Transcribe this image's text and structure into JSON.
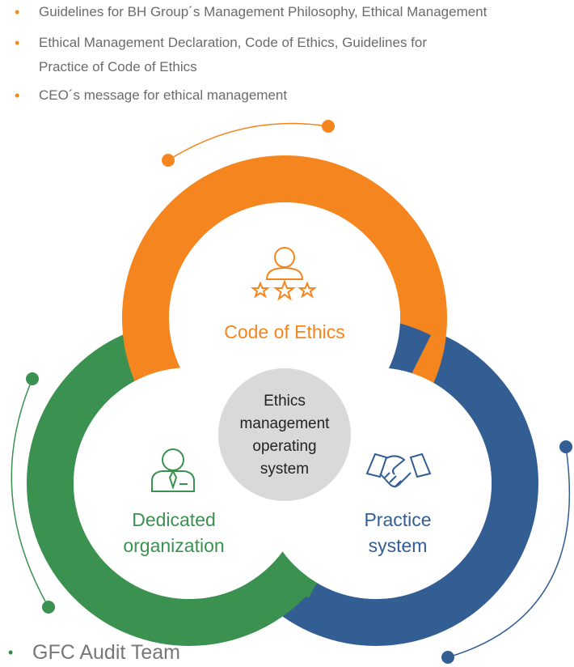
{
  "bullets": [
    {
      "text": "Guidelines for BH Group´s Management Philosophy, Ethical Management"
    },
    {
      "text": "Ethical Management Declaration, Code of Ethics, Guidelines for"
    },
    {
      "text": "Practice of Code of Ethics"
    },
    {
      "text": "CEO´s message for ethical management"
    }
  ],
  "bottom_item": {
    "text": "GFC Audit Team"
  },
  "center": {
    "lines": [
      "Ethics",
      "management",
      "operating",
      "system"
    ]
  },
  "rings": {
    "top": {
      "label": "Code of Ethics",
      "icon": "person-with-stars-icon",
      "color": "#f5861f"
    },
    "left": {
      "lines": [
        "Dedicated",
        "organization"
      ],
      "icon": "employee-icon",
      "color": "#3a9150"
    },
    "right": {
      "lines": [
        "Practice",
        "system"
      ],
      "icon": "handshake-icon",
      "color": "#325e94"
    }
  },
  "colors": {
    "bullet_dot": "#f08a1c",
    "text": "#6b6b6b",
    "center_fill": "#d9d9d9"
  }
}
